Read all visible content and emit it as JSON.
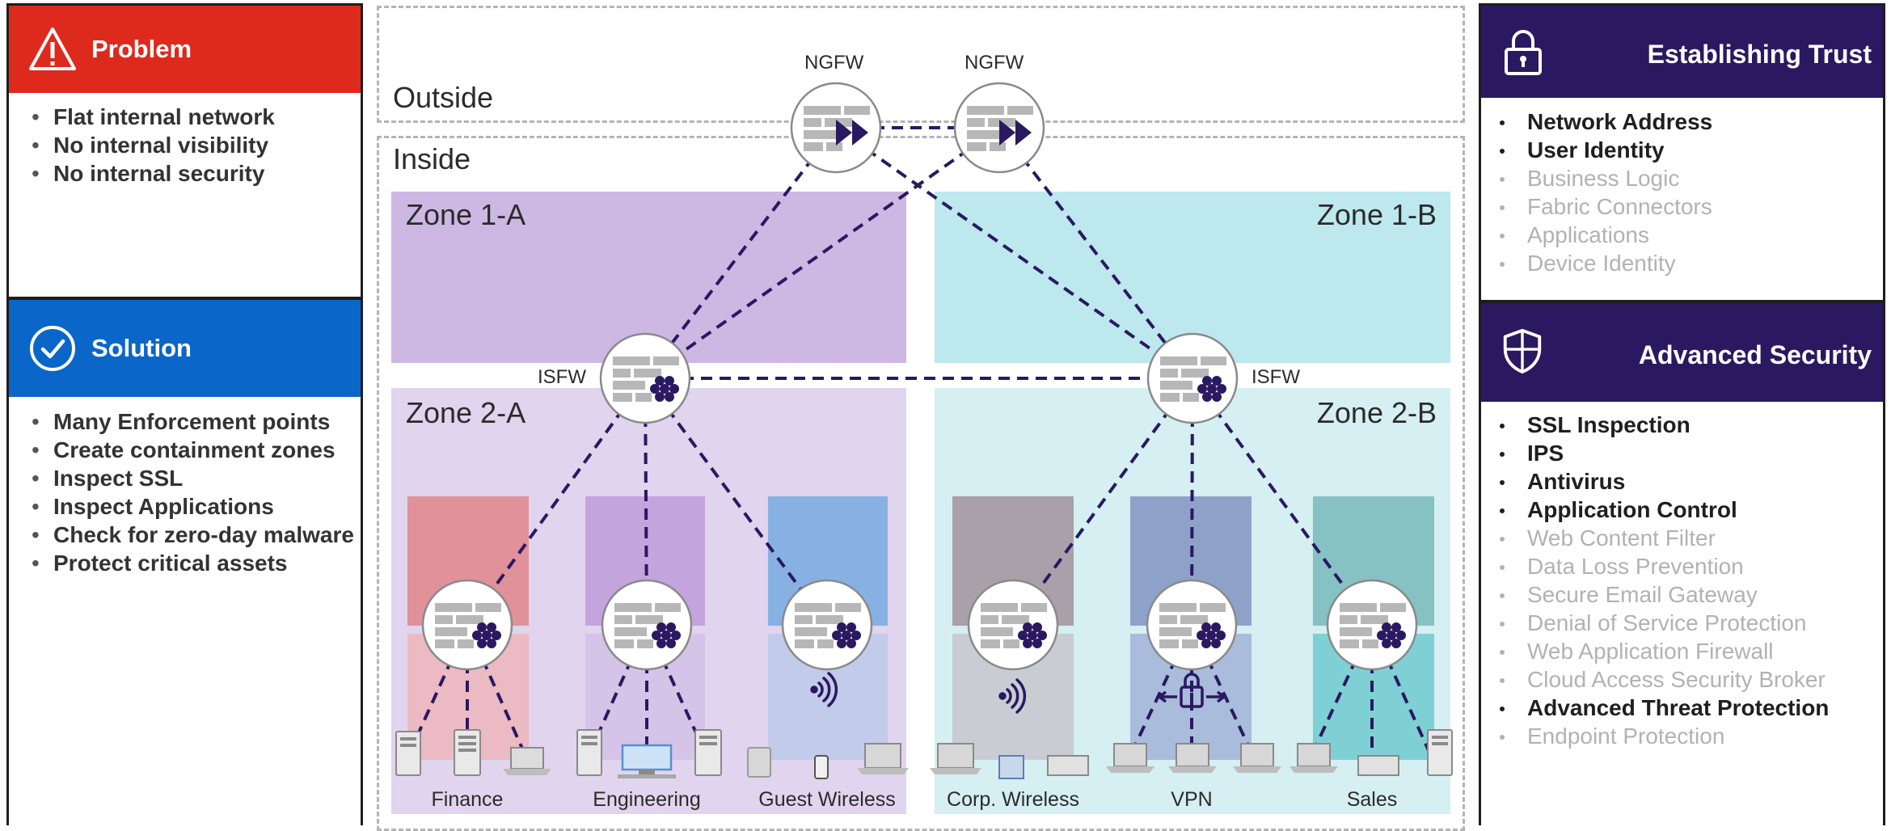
{
  "problem": {
    "title": "Problem",
    "items": [
      "Flat internal network",
      "No internal visibility",
      "No internal security"
    ]
  },
  "solution": {
    "title": "Solution",
    "items": [
      "Many Enforcement points",
      "Create containment zones",
      "Inspect SSL",
      "Inspect Applications",
      "Check for zero-day malware",
      "Protect critical assets"
    ]
  },
  "trust": {
    "title": "Establishing Trust",
    "items": [
      {
        "label": "Network Address",
        "active": true
      },
      {
        "label": "User Identity",
        "active": true
      },
      {
        "label": "Business Logic",
        "active": false
      },
      {
        "label": "Fabric Connectors",
        "active": false
      },
      {
        "label": "Applications",
        "active": false
      },
      {
        "label": "Device Identity",
        "active": false
      }
    ]
  },
  "security": {
    "title": "Advanced Security",
    "items": [
      {
        "label": "SSL Inspection",
        "active": true
      },
      {
        "label": "IPS",
        "active": true
      },
      {
        "label": "Antivirus",
        "active": true
      },
      {
        "label": "Application Control",
        "active": true
      },
      {
        "label": "Web Content Filter",
        "active": false
      },
      {
        "label": "Data Loss Prevention",
        "active": false
      },
      {
        "label": "Secure Email Gateway",
        "active": false
      },
      {
        "label": "Denial of Service Protection",
        "active": false
      },
      {
        "label": "Web Application Firewall",
        "active": false
      },
      {
        "label": "Cloud Access Security Broker",
        "active": false
      },
      {
        "label": "Advanced Threat Protection",
        "active": true
      },
      {
        "label": "Endpoint Protection",
        "active": false
      }
    ]
  },
  "diagram": {
    "outside_label": "Outside",
    "inside_label": "Inside",
    "ngfw_labels": [
      "NGFW",
      "NGFW"
    ],
    "isfw_labels": [
      "ISFW",
      "ISFW"
    ],
    "zones": [
      "Zone 1-A",
      "Zone 1-B",
      "Zone 2-A",
      "Zone 2-B"
    ],
    "groups": [
      "Finance",
      "Engineering",
      "Guest Wireless",
      "Corp. Wireless",
      "VPN",
      "Sales"
    ]
  },
  "colors": {
    "problem_header": "#dd2a1d",
    "solution_header": "#0a66c9",
    "right_header": "#2a1960",
    "zone_purple": "#cdb8e4",
    "zone_purple_light": "#e0d4ee",
    "zone_cyan": "#bde8ee",
    "zone_cyan_light": "#d5eff2",
    "link": "#2a1960"
  }
}
